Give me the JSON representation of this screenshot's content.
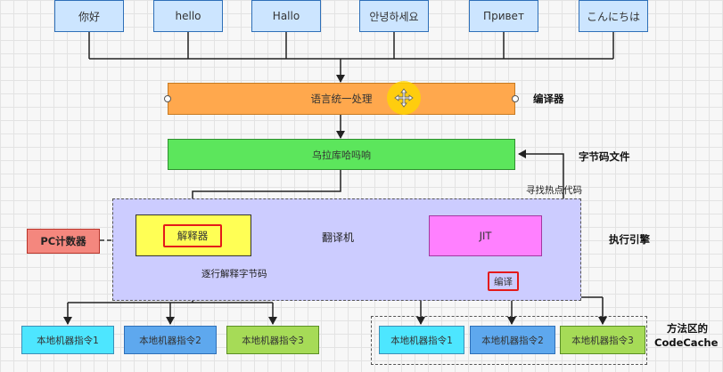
{
  "greetings": [
    "你好",
    "hello",
    "Hallo",
    "안녕하세요",
    "Привет",
    "こんにちは"
  ],
  "boxes": {
    "process": "语言统一处理",
    "bytecode": "乌拉库哈吗响",
    "interpreter": "解释器",
    "translator": "翻译机",
    "jit": "JIT",
    "pc_counter": "PC计数器"
  },
  "labels": {
    "compiler": "编译器",
    "bytecode_file": "字节码文件",
    "find_hot_code": "寻找热点代码",
    "exec_engine": "执行引擎",
    "interpret_line_by_line": "逐行解释字节码",
    "compile": "编译",
    "method_area": "方法区的",
    "code_cache": "CodeCache"
  },
  "instructions": [
    "本地机器指令1",
    "本地机器指令2",
    "本地机器指令3"
  ],
  "colors": {
    "greeting_fill": "#cce5ff",
    "process_fill": "#ffa84d",
    "bytecode_fill": "#5ce65c",
    "engine_fill": "#ccccff",
    "interpreter_fill": "#ffff55",
    "jit_fill": "#ff80ff",
    "pc_fill": "#f4877e",
    "highlight_red": "#e41a1a"
  }
}
